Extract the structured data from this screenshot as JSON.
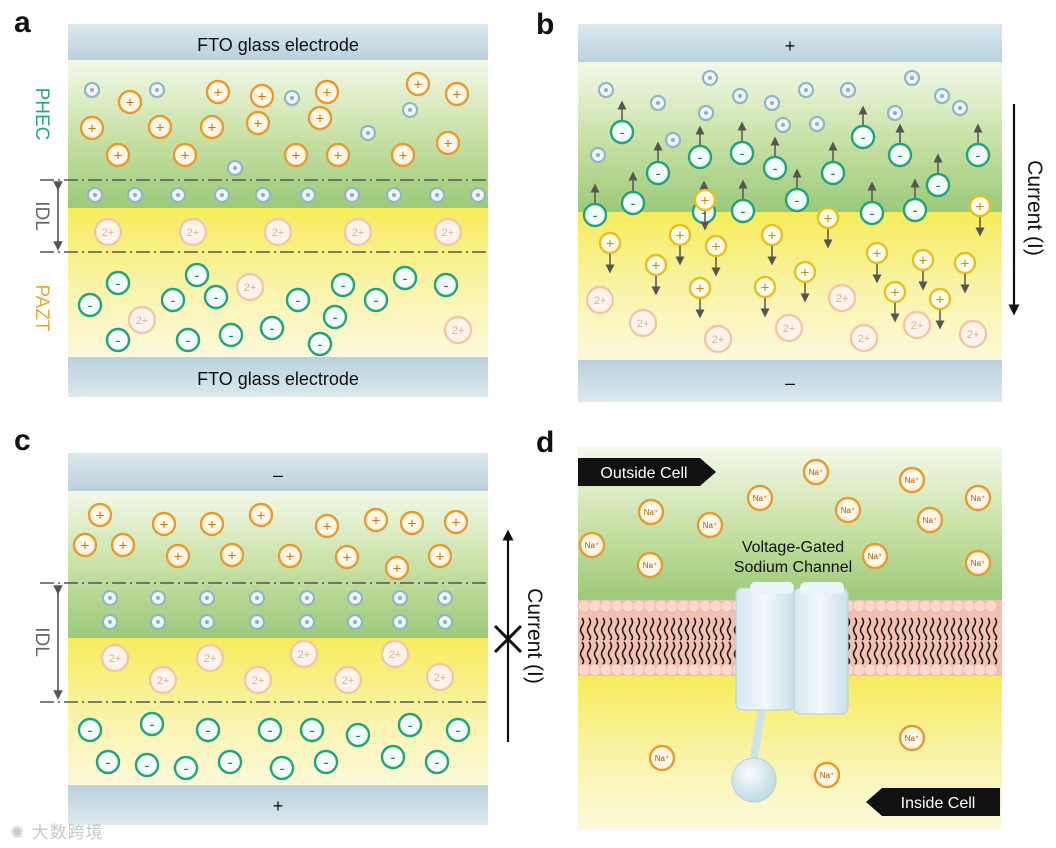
{
  "panels": {
    "a": {
      "label": "a",
      "top_electrode": "FTO glass electrode",
      "bottom_electrode": "FTO glass electrode",
      "side_top": "PHEC",
      "side_idl": "IDL",
      "side_bottom": "PAZT"
    },
    "b": {
      "label": "b",
      "top_electrode": "+",
      "bottom_electrode": "–",
      "current": "Current (I)"
    },
    "c": {
      "label": "c",
      "top_electrode": "–",
      "bottom_electrode": "+",
      "side_idl": "IDL",
      "current": "Current (I)"
    },
    "d": {
      "label": "d",
      "outside": "Outside Cell",
      "inside": "Inside Cell",
      "channel_line1": "Voltage-Gated",
      "channel_line2": "Sodium Channel"
    }
  },
  "ion_glyphs": {
    "cation": "+",
    "anion": "-",
    "divalent": "2+",
    "sodium": "Na⁺"
  },
  "colors": {
    "electrode": "#c9dde6",
    "green_layer": "#9cc97a",
    "yellow_layer": "#f6ec5a",
    "cation": "#e89a2e",
    "anion": "#21a47c",
    "neutral": "#8fb6c6",
    "divalent": "#f0c8a8",
    "bilayer": "#f2b8a8"
  },
  "watermark": "大数跨境"
}
